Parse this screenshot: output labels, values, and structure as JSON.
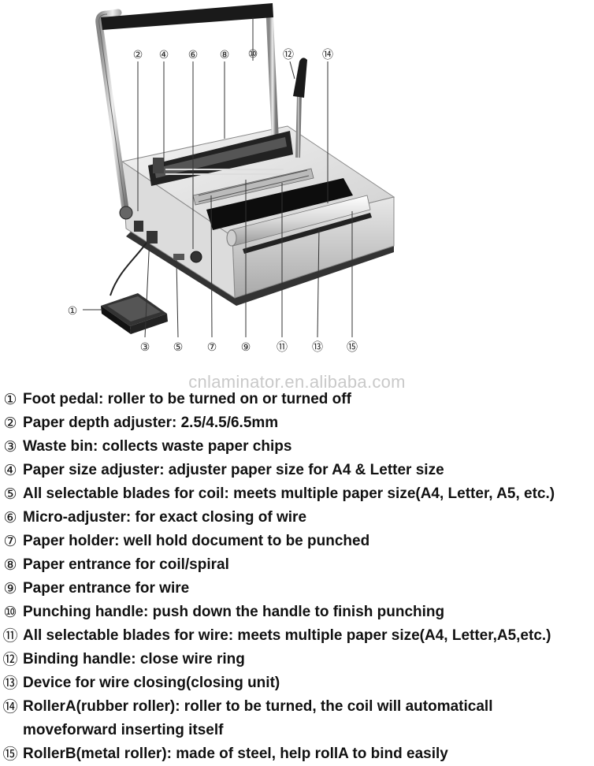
{
  "callouts": [
    "①",
    "②",
    "③",
    "④",
    "⑤",
    "⑥",
    "⑦",
    "⑧",
    "⑨",
    "⑩",
    "⑪",
    "⑫",
    "⑬",
    "⑭",
    "⑮"
  ],
  "watermark": "cnlaminator.en.alibaba.com",
  "legend": [
    {
      "num": "①",
      "text": "Foot pedal: roller to be turned on or turned off"
    },
    {
      "num": "②",
      "text": "Paper depth adjuster: 2.5/4.5/6.5mm"
    },
    {
      "num": "③",
      "text": "Waste bin: collects waste paper chips"
    },
    {
      "num": "④",
      "text": "Paper size adjuster: adjuster paper size for A4 & Letter size"
    },
    {
      "num": "⑤",
      "text": "All selectable blades for coil: meets multiple paper size(A4, Letter, A5, etc.)"
    },
    {
      "num": "⑥",
      "text": "Micro-adjuster: for exact closing of wire"
    },
    {
      "num": "⑦",
      "text": "Paper holder: well hold document to be punched"
    },
    {
      "num": "⑧",
      "text": "Paper entrance for coil/spiral"
    },
    {
      "num": "⑨",
      "text": "Paper entrance for wire"
    },
    {
      "num": "⑩",
      "text": "Punching handle: push down the handle to finish punching"
    },
    {
      "num": "⑪",
      "text": "All selectable blades for wire: meets multiple paper size(A4, Letter,A5,etc.)"
    },
    {
      "num": "⑫",
      "text": "Binding handle: close wire ring"
    },
    {
      "num": "⑬",
      "text": "Device for wire closing(closing unit)"
    },
    {
      "num": "⑭",
      "text": "RollerA(rubber roller): roller to be turned, the coil will automaticall",
      "text2": "moveforward inserting itself"
    },
    {
      "num": "⑮",
      "text": "RollerB(metal roller): made of steel, help rollA to bind easily"
    }
  ]
}
